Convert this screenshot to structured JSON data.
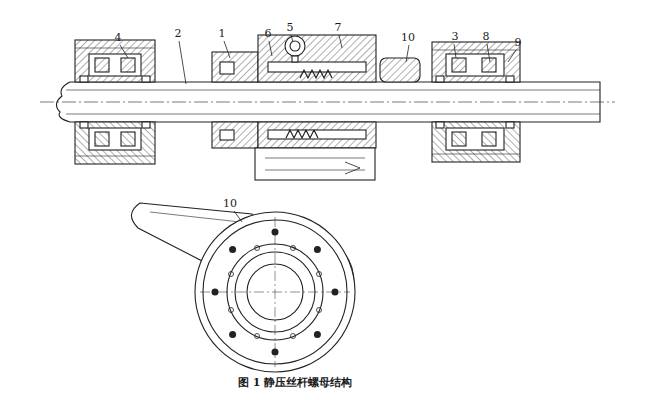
{
  "diagram": {
    "caption": "图 1  静压丝杆螺母结构",
    "labels": [
      "4",
      "2",
      "1",
      "6",
      "5",
      "7",
      "10",
      "3",
      "8",
      "9",
      "10"
    ]
  }
}
